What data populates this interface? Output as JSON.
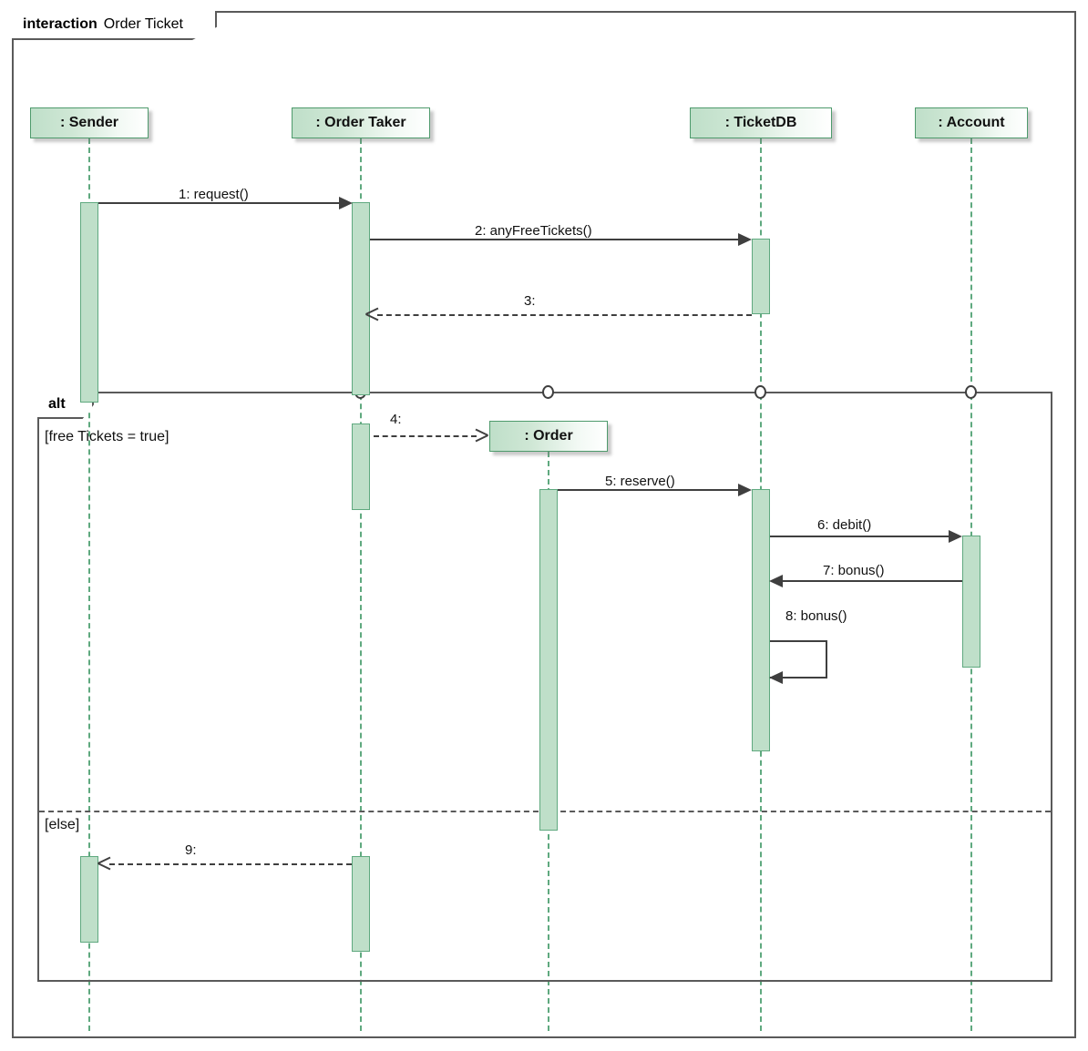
{
  "frame": {
    "keyword": "interaction",
    "name": "Order Ticket"
  },
  "lifelines": [
    {
      "id": "sender",
      "label": ": Sender"
    },
    {
      "id": "order_taker",
      "label": ": Order Taker"
    },
    {
      "id": "order",
      "label": ": Order"
    },
    {
      "id": "ticketdb",
      "label": ": TicketDB"
    },
    {
      "id": "account",
      "label": ": Account"
    }
  ],
  "messages": [
    {
      "seq": "1",
      "label": "1: request()",
      "from": "sender",
      "to": "order_taker",
      "kind": "call"
    },
    {
      "seq": "2",
      "label": "2: anyFreeTickets()",
      "from": "order_taker",
      "to": "ticketdb",
      "kind": "call"
    },
    {
      "seq": "3",
      "label": "3:",
      "from": "ticketdb",
      "to": "order_taker",
      "kind": "reply"
    },
    {
      "seq": "4",
      "label": "4:",
      "from": "order_taker",
      "to": "order",
      "kind": "create"
    },
    {
      "seq": "5",
      "label": "5: reserve()",
      "from": "order",
      "to": "ticketdb",
      "kind": "call"
    },
    {
      "seq": "6",
      "label": "6: debit()",
      "from": "ticketdb",
      "to": "account",
      "kind": "call"
    },
    {
      "seq": "7",
      "label": "7: bonus()",
      "from": "account",
      "to": "ticketdb",
      "kind": "call"
    },
    {
      "seq": "8",
      "label": "8: bonus()",
      "from": "ticketdb",
      "to": "ticketdb",
      "kind": "self"
    },
    {
      "seq": "9",
      "label": "9:",
      "from": "order_taker",
      "to": "sender",
      "kind": "reply"
    }
  ],
  "fragment": {
    "operator": "alt",
    "operands": [
      {
        "guard": "[free Tickets = true]"
      },
      {
        "guard": "[else]"
      }
    ]
  },
  "colors": {
    "lifeline_fill_start": "#bfdfc9",
    "lifeline_border": "#4e9a6c",
    "activation_fill": "#bfdfc9",
    "activation_border": "#5fa97f",
    "lifeline_dash": "#5fa97f",
    "message_line": "#3f3f3f",
    "frame_border": "#5a5a5a",
    "background": "#ffffff"
  }
}
